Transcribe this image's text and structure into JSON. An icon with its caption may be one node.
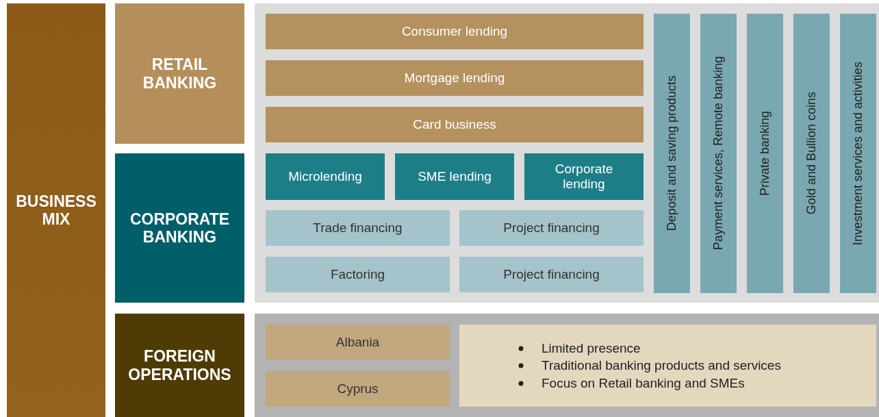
{
  "diagram": {
    "nodes": [
      {
        "text": [
          "BUSINESS MIX"
        ]
      },
      {
        "text": [
          "RETAIL BANKING"
        ]
      },
      {
        "text": [
          "CORPORATE BANKING"
        ]
      },
      {
        "text": [
          "FOREIGN OPERATIONS"
        ]
      },
      {
        "text": [
          "Consumer lending"
        ]
      },
      {
        "text": [
          "Mortgage lending"
        ]
      },
      {
        "text": [
          "Card business"
        ]
      },
      {
        "text": [
          "Microlending"
        ]
      },
      {
        "text": [
          "SME lending"
        ]
      },
      {
        "text": [
          "Corporate lending"
        ]
      },
      {
        "text": [
          "Trade financing"
        ]
      },
      {
        "text": [
          "Project financing"
        ]
      },
      {
        "text": [
          "Factoring"
        ]
      },
      {
        "text": [
          "Project financing"
        ]
      },
      {
        "text": [
          "Deposit and saving products"
        ]
      },
      {
        "text": [
          "Payment services, Remote banking"
        ]
      },
      {
        "text": [
          "Private banking"
        ]
      },
      {
        "text": [
          "Gold and Bullion coins"
        ]
      },
      {
        "text": [
          "Investment services and activities"
        ]
      },
      {
        "text": [
          "Albania"
        ]
      },
      {
        "text": [
          "Cyprus"
        ]
      },
      {
        "text": [
          "Limited presence",
          "Traditional banking products and services",
          "Focus on Retail banking and SMEs"
        ]
      }
    ]
  }
}
